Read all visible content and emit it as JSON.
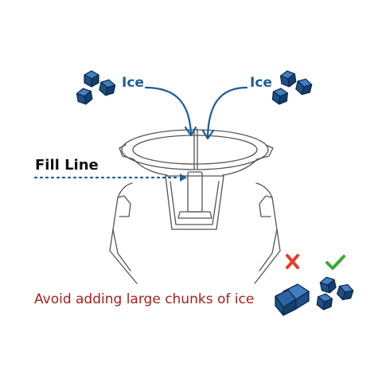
{
  "labels": {
    "ice_left": "Ice",
    "ice_right": "Ice",
    "fill_line": "Fill Line",
    "warning": "Avoid adding large chunks of ice"
  },
  "colors": {
    "ice_text": "#1f5c99",
    "ice_cube": "#1d4f86",
    "arrow": "#1f5c99",
    "fill_dots": "#1f5c99",
    "warning_text": "#a8201a",
    "bad_mark": "#e53b2c",
    "good_mark": "#3aa935",
    "line_art": "#555555"
  },
  "icons": {
    "bad": "cross-mark-icon",
    "good": "check-mark-icon",
    "ice": "ice-cube-icon"
  }
}
